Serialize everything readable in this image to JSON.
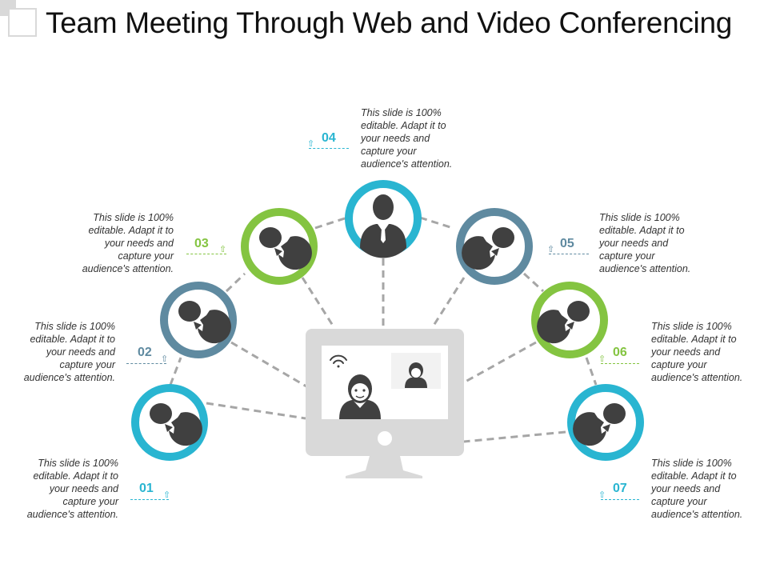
{
  "title": "Team Meeting Through Web and Video Conferencing",
  "colors": {
    "blue": "#29b5d1",
    "green": "#84c441",
    "slate": "#5f8aa0",
    "dark": "#404040",
    "connector": "#a6a6a6",
    "monitor": "#d9d9d9"
  },
  "steps": [
    {
      "number": "01",
      "text": "This slide is 100%\neditable. Adapt it to\nyour needs and\ncapture your\naudience's attention.",
      "color": "#29b5d1"
    },
    {
      "number": "02",
      "text": "This slide is 100%\neditable. Adapt it to\nyour needs and\ncapture your\naudience's attention.",
      "color": "#5f8aa0"
    },
    {
      "number": "03",
      "text": "This slide is 100%\neditable. Adapt it to\nyour needs and\ncapture your\naudience's attention.",
      "color": "#84c441"
    },
    {
      "number": "04",
      "text": "This slide is 100%\neditable. Adapt it to\nyour needs and\ncapture your\naudience's attention.",
      "color": "#29b5d1"
    },
    {
      "number": "05",
      "text": "This slide is 100%\neditable. Adapt it to\nyour needs and\ncapture your\naudience's attention.",
      "color": "#5f8aa0"
    },
    {
      "number": "06",
      "text": "This slide is 100%\neditable. Adapt it to\nyour needs and\ncapture your\naudience's attention.",
      "color": "#84c441"
    },
    {
      "number": "07",
      "text": "This slide is 100%\neditable. Adapt it to\nyour needs and\ncapture your\naudience's attention.",
      "color": "#29b5d1"
    }
  ]
}
